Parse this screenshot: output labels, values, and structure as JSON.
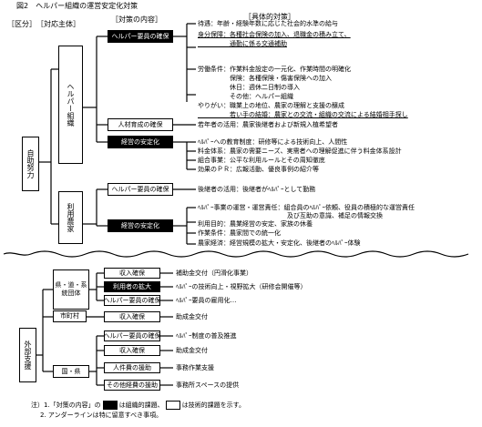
{
  "title": "図2　ヘルパー組織の運営安定化対策",
  "headers": {
    "category": "［区分］",
    "subject": "［対応主体］",
    "content": "［対策の内容］",
    "concrete": "［具体的対策］"
  },
  "categories": {
    "self": "自助努力",
    "external": "外部支援"
  },
  "subjects": {
    "helper_org": "ヘルパー組織",
    "user": "利用農家",
    "pref_coop": "県・道・系統団体",
    "municipality": "市町村",
    "nation": "国・県"
  },
  "sections": {
    "helper_secure": {
      "label": "ヘルパー要員の確保",
      "items": [
        "待遇：年齢・経験年数に応じた社会的水準の給与",
        "身分保障：各種社会保険の加入、退職金の積み立て、",
        "　　　　　通勤に係る交通補助",
        "労働条件：作業料金設定の一元化、作業時間の明確化",
        "　　　　　保険：各種保険・傷害保険への加入",
        "　　　　　休日：週休二日制の導入",
        "　　　　　その他：ヘルパー組織",
        "やりがい：職業上の地位、農家の理解と支援の醸成",
        "　　　　　若い手の結婚：農家との交流・組織の交流による結婚相手探し"
      ]
    },
    "human_res": {
      "label": "人材育成の確保",
      "items": [
        "若年者の活用：農家後継者および新規入植希望者"
      ]
    },
    "mgmt_stable": {
      "label": "経営の安定化",
      "items": [
        "ﾍﾙﾊﾟｰへの教育制度：研修等による技術向上、人間性",
        "料金体系：農家の需要ニーズ、実需者への理解促進に伴う料金体系設計",
        "組合事業：公平な利用ルールとその周知徹底",
        "効果のＰＲ：広報活動、優良事例の紹介等"
      ]
    },
    "user_secure": {
      "label": "ヘルパー要員の確保",
      "items": [
        "後継者の活用：後継者がﾍﾙﾊﾟｰとして勤務"
      ]
    },
    "user_mgmt": {
      "label": "経営の安定化",
      "items": [
        "ﾍﾙﾊﾟｰ事業の運営・運営責任：組合員のﾍﾙﾊﾟｰ依頼、役員の積極的な運営責任",
        "　　　　　　　　　　　　　　及び互助の意識、補足の情報交換",
        "利用目的：農業経営の安定、家族の休養",
        "作業条件：農家間での統一化",
        "農家経済：経営規模の拡大・安定化、後継者のﾍﾙﾊﾟｰ体験"
      ]
    },
    "pref_a": {
      "label": "収入確保",
      "items": [
        "補助金交付（円滑化事業）"
      ]
    },
    "pref_b": {
      "label": "利用者の拡大",
      "items": [
        "ﾍﾙﾊﾟｰの技術向上・視野拡大（研修会開催等）"
      ]
    },
    "pref_c": {
      "label": "ヘルパー要員の確保",
      "items": [
        "ﾍﾙﾊﾟｰ要員の雇用化…"
      ]
    },
    "muni_a": {
      "label": "収入確保",
      "items": [
        "助成金交付"
      ]
    },
    "nat_a": {
      "label": "ヘルパー要員の確保",
      "items": [
        "ﾍﾙﾊﾟｰ制度の普及推進"
      ]
    },
    "nat_b": {
      "label": "収入確保",
      "items": [
        "助成金交付"
      ]
    },
    "nat_c": {
      "label": "人件費の援助",
      "items": [
        "事務作業支援"
      ]
    },
    "nat_d": {
      "label": "その他経費の援助",
      "items": [
        "事務所スペースの提供"
      ]
    }
  },
  "notes": {
    "n1_prefix": "注）1.「対策の内容」の",
    "n1_mid": "は組織的課題、",
    "n1_suffix": "は技術的課題を示す。",
    "n2": "2. アンダーラインは特に留意すべき事項。"
  }
}
